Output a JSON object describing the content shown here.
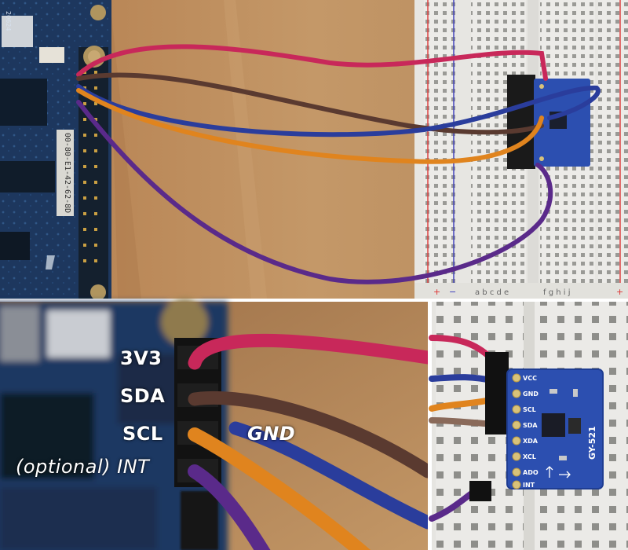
{
  "labels": {
    "v33": "3V3",
    "sda": "SDA",
    "scl": "SCL",
    "gnd": "GND",
    "int_prefix": "(optional) ",
    "int": "INT"
  },
  "board_texts": {
    "mac_sticker": "00-80-E1-42-62-8D",
    "board_code": "20624",
    "module_name": "GY-521",
    "module_pins": [
      "VCC",
      "GND",
      "SCL",
      "SDA",
      "XDA",
      "XCL",
      "ADO",
      "INT"
    ]
  },
  "colors": {
    "wire_red": "#c8285a",
    "wire_brown": "#5a3a30",
    "wire_blue": "#2a3d9c",
    "wire_orange": "#e0841e",
    "wire_purple": "#5a2a8a",
    "board_blue": "#1e3a64",
    "module_blue": "#2c4fb0",
    "wood": "#b88a5a"
  }
}
